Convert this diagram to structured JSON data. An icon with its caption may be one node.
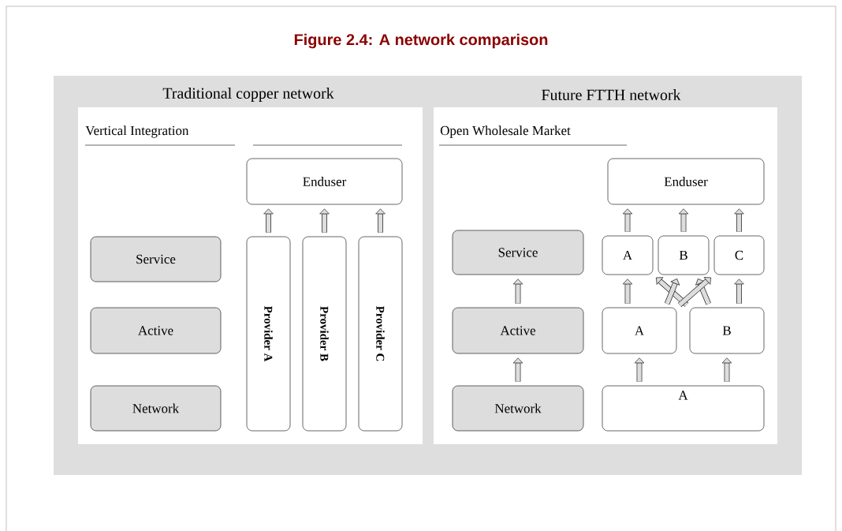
{
  "diagram": {
    "title": "Figure 2.4: A network comparison",
    "nodes": [
      {
        "text": [
          "Traditional copper network",
          "Vertical Integration"
        ]
      },
      {
        "text": [
          "Enduser"
        ],
        "in": 0
      },
      {
        "text": [
          "Service"
        ],
        "in": 0
      },
      {
        "text": [
          "Active"
        ],
        "in": 0
      },
      {
        "text": [
          "Network"
        ],
        "in": 0
      },
      {
        "text": [
          "Provider A"
        ],
        "in": 0
      },
      {
        "text": [
          "Provider B"
        ],
        "in": 0
      },
      {
        "text": [
          "Provider C"
        ],
        "in": 0
      },
      {
        "text": [
          "Future FTTH network",
          "Open Wholesale Market"
        ]
      },
      {
        "text": [
          "Enduser"
        ],
        "in": 8
      },
      {
        "text": [
          "Service"
        ],
        "in": 8
      },
      {
        "text": [
          "Active"
        ],
        "in": 8
      },
      {
        "text": [
          "Network"
        ],
        "in": 8
      },
      {
        "text": [
          "A"
        ],
        "in": 8
      },
      {
        "text": [
          "B"
        ],
        "in": 8
      },
      {
        "text": [
          "C"
        ],
        "in": 8
      },
      {
        "text": [
          "A"
        ],
        "in": 8
      },
      {
        "text": [
          "B"
        ],
        "in": 8
      },
      {
        "text": [
          "A"
        ],
        "in": 8
      }
    ],
    "edges": [
      {
        "from": 5,
        "to": 1,
        "arrow": "to"
      },
      {
        "from": 6,
        "to": 1,
        "arrow": "to"
      },
      {
        "from": 7,
        "to": 1,
        "arrow": "to"
      },
      {
        "from": 11,
        "to": 10,
        "arrow": "to"
      },
      {
        "from": 12,
        "to": 11,
        "arrow": "to"
      },
      {
        "from": 13,
        "to": 9,
        "arrow": "to"
      },
      {
        "from": 14,
        "to": 9,
        "arrow": "to"
      },
      {
        "from": 15,
        "to": 9,
        "arrow": "to"
      },
      {
        "from": 16,
        "to": 13,
        "arrow": "to"
      },
      {
        "from": 17,
        "to": 13,
        "arrow": "to"
      },
      {
        "from": 16,
        "to": 14,
        "arrow": "to"
      },
      {
        "from": 17,
        "to": 14,
        "arrow": "to"
      },
      {
        "from": 16,
        "to": 15,
        "arrow": "to"
      },
      {
        "from": 17,
        "to": 15,
        "arrow": "to"
      },
      {
        "from": 18,
        "to": 16,
        "arrow": "to"
      },
      {
        "from": 18,
        "to": 17,
        "arrow": "to"
      }
    ]
  }
}
